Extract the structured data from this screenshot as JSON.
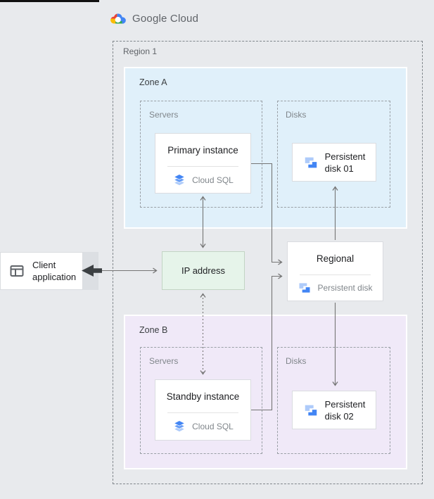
{
  "header": {
    "logo_text": "Google Cloud"
  },
  "region": {
    "label": "Region 1"
  },
  "zones": {
    "zone_a": {
      "label": "Zone A",
      "servers_label": "Servers",
      "disks_label": "Disks",
      "primary_card": {
        "title": "Primary instance",
        "service": "Cloud SQL"
      },
      "disk_card": {
        "line1": "Persistent",
        "line2": "disk 01"
      }
    },
    "zone_b": {
      "label": "Zone B",
      "servers_label": "Servers",
      "disks_label": "Disks",
      "standby_card": {
        "title": "Standby instance",
        "service": "Cloud SQL"
      },
      "disk_card": {
        "line1": "Persistent",
        "line2": "disk 02"
      }
    }
  },
  "ip_address": {
    "label": "IP address"
  },
  "regional_disk": {
    "title": "Regional",
    "subtitle": "Persistent disk"
  },
  "client": {
    "line1": "Client",
    "line2": "application"
  },
  "colors": {
    "canvas_bg": "#e8eaed",
    "zone_a_bg": "#e0f0fa",
    "zone_b_bg": "#f0e9f8",
    "ip_bg": "#e6f4ea",
    "accent_blue": "#4285f4",
    "accent_blue_light": "#aecbfa",
    "arrow": "#757575",
    "logo_red": "#ea4335",
    "logo_yellow": "#fbbc04",
    "logo_green": "#34a853"
  }
}
